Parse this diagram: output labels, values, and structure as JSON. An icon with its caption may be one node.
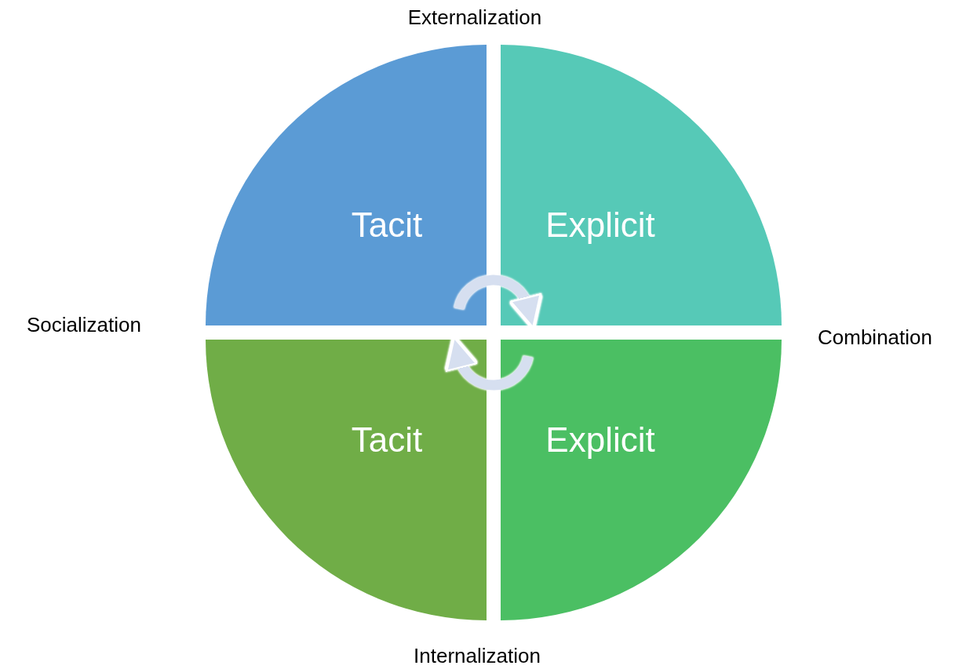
{
  "diagram": {
    "nodes": [
      {
        "text": [
          "Tacit"
        ]
      },
      {
        "text": [
          "Explicit"
        ]
      },
      {
        "text": [
          "Tacit"
        ]
      },
      {
        "text": [
          "Explicit"
        ]
      }
    ],
    "edges": [
      {
        "from": 0,
        "to": 1,
        "arrow": "to"
      },
      {
        "from": 3,
        "to": 2,
        "arrow": "to"
      }
    ],
    "labels": [
      "Externalization",
      "Socialization",
      "Combination",
      "Internalization"
    ]
  }
}
